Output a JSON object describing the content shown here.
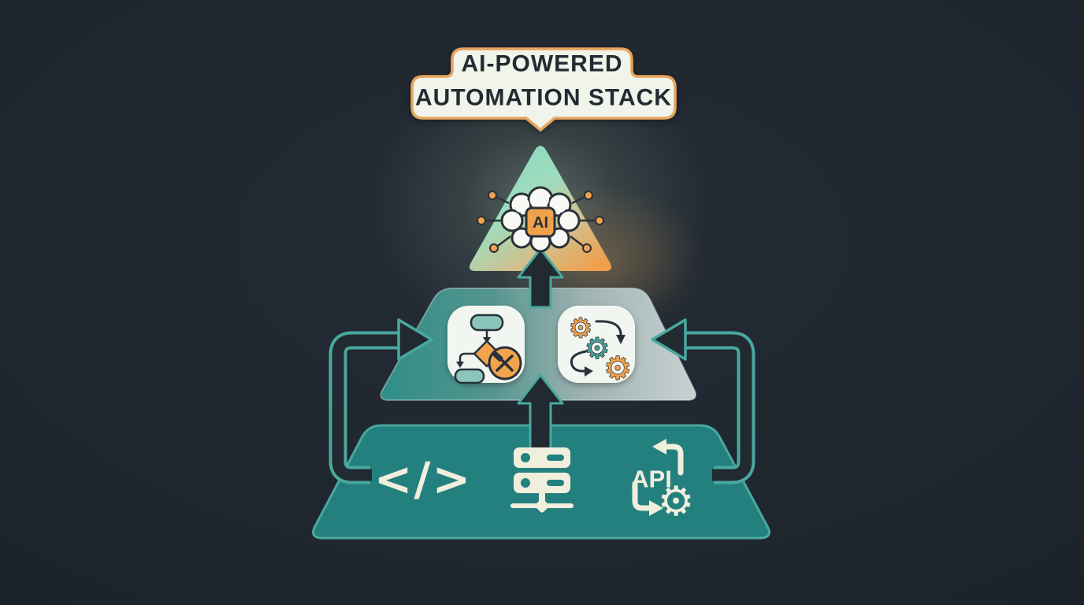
{
  "banner": {
    "line1": "AI-POWERED",
    "line2": "AUTOMATION STACK"
  },
  "pyramid": {
    "top_tier": {
      "icon": "ai-brain-chip-icon",
      "chip_label": "AI"
    },
    "middle_tier": {
      "icon_left": "flowchart-build-icon",
      "icon_right": "gears-process-icon"
    },
    "bottom_tier": {
      "icon_left": "code-icon",
      "icon_center": "server-icon",
      "icon_right": "api-gear-icon",
      "code_glyph": "</>",
      "api_label": "API"
    }
  },
  "glyphs": {
    "gear": "⚙"
  },
  "colors": {
    "background": "#1d242c",
    "teal_fill": "#24807e",
    "teal_outline": "#49a89f",
    "dark_arrow": "#222a31",
    "orange": "#f0a14c",
    "cream": "#f0eedd",
    "banner_fill": "#f1f4ea",
    "banner_border": "#e8a45c",
    "ink": "#273139",
    "card_fill": "#f2f6f1",
    "triangle_gradient_start": "#86d8c4",
    "triangle_gradient_end": "#efa04d",
    "mid_gradient_start": "#2f8d87",
    "mid_gradient_end": "#c9d1d2"
  }
}
